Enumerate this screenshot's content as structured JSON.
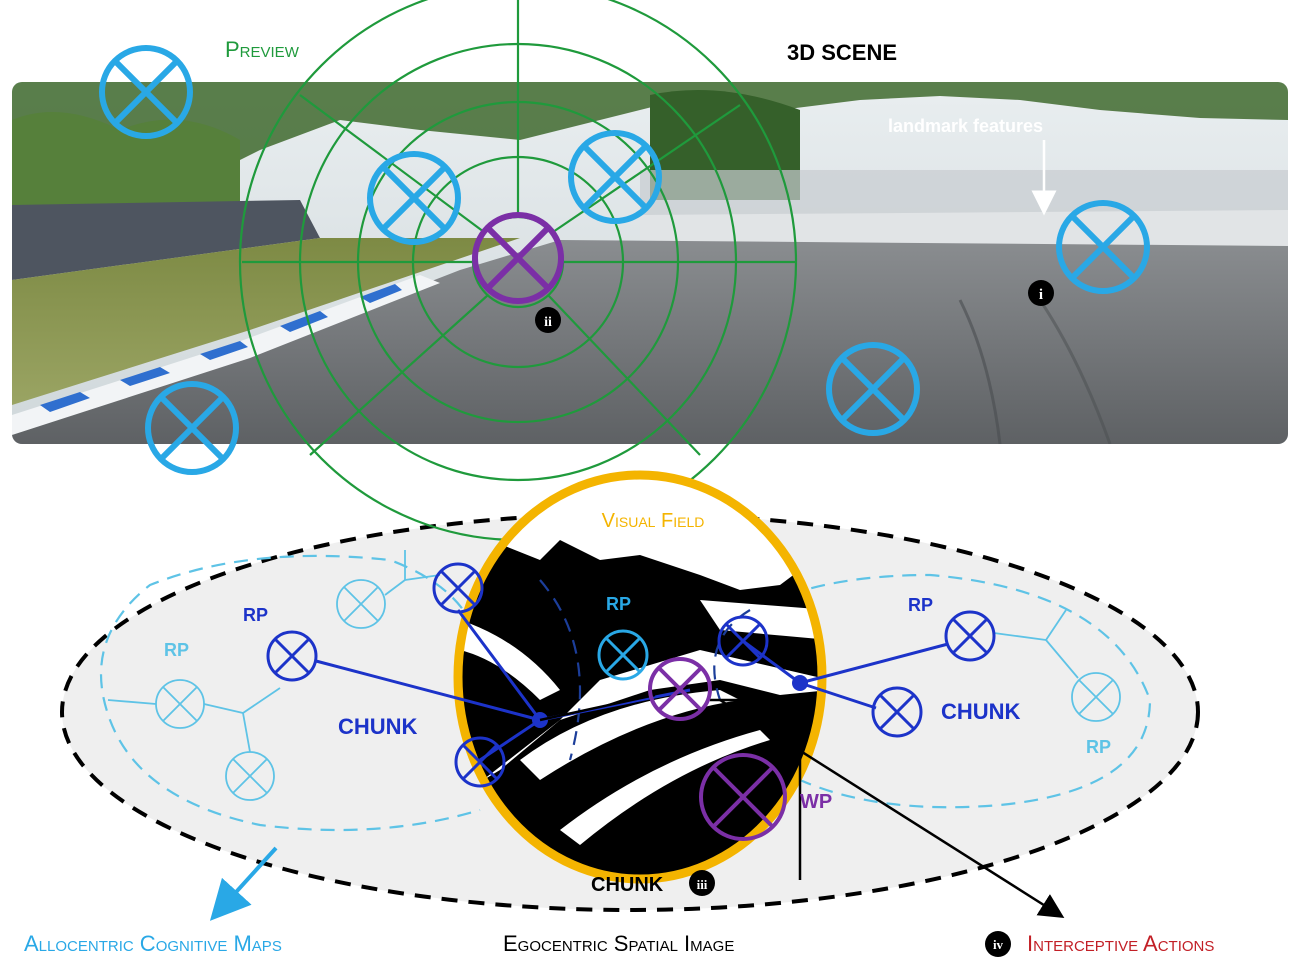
{
  "labels": {
    "preview": "Preview",
    "scene": "3D SCENE",
    "landmark": "landmark features",
    "visual_field": "Visual Field",
    "rp": "RP",
    "chunk": "CHUNK",
    "wp": "WP",
    "allocentric": "Allocentric Cognitive Maps",
    "egocentric": "Egocentric Spatial Image",
    "interceptive": "Interceptive Actions"
  },
  "markers": {
    "i": "i",
    "ii": "ii",
    "iii": "iii",
    "iv": "iv"
  },
  "colors": {
    "cyan": "#29a8e6",
    "light_cyan": "#5ec3e6",
    "blue": "#1c33c9",
    "purple": "#7b2fa6",
    "green": "#1f9a3c",
    "orange": "#f4b400",
    "red": "#c21f26",
    "black": "#000000"
  }
}
